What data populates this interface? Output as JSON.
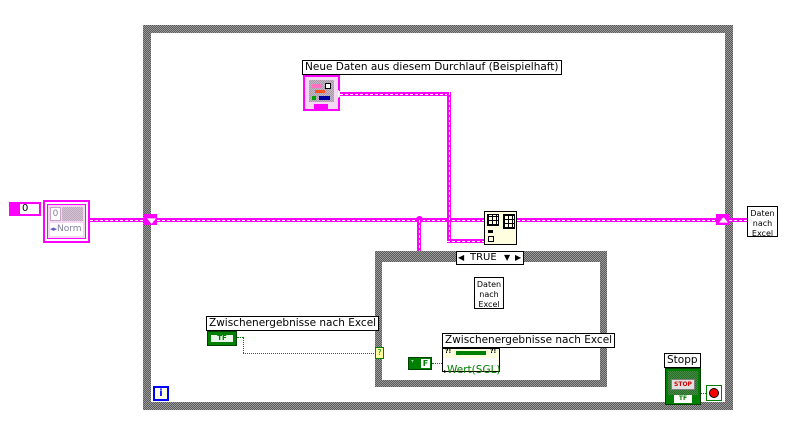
{
  "diagram": {
    "type": "LabVIEW block diagram",
    "while_loop": {
      "iteration_terminal": "i",
      "stop_label": "Stopp",
      "stop_button_text": "STOP",
      "stop_tf": "TF"
    },
    "left_inputs": {
      "numeric_value": "0",
      "refnum_index": "0",
      "refnum_mode": "Norm"
    },
    "top_control": {
      "label": "Neue Daten aus diesem Durchlauf (Beispielhaft)"
    },
    "case_structure": {
      "selector_value": "TRUE",
      "subvi_text": [
        "Daten",
        "nach",
        "Excel"
      ],
      "indicator_label": "Zwischenergebnisse nach Excel",
      "indicator_value": "Wert(SGL)",
      "bool_const_text": "F"
    },
    "bool_control": {
      "label": "Zwischenergebnisse nach Excel",
      "text": "TF"
    },
    "right_output": {
      "subvi_text": [
        "Daten",
        "nach",
        "Excel"
      ]
    },
    "colors": {
      "cluster_wire": "#ff00ff",
      "boolean": "#008000",
      "loop_border": "#7a7a7a",
      "iteration_terminal": "#0000ff"
    }
  }
}
